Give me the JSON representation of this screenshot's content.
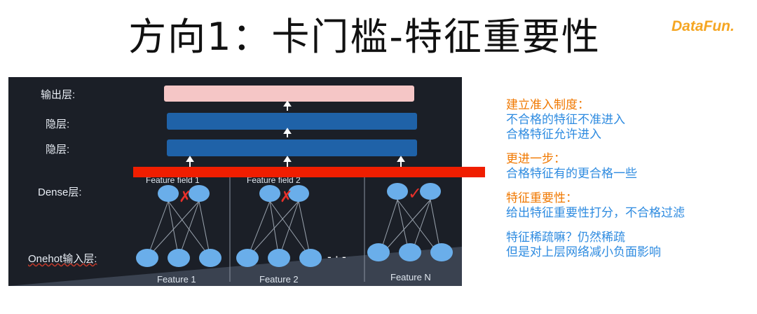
{
  "slide": {
    "title": "方向1：卡门槛-特征重要性",
    "logo": "DataFun."
  },
  "diagram": {
    "layer_labels": {
      "output": "输出层:",
      "hidden1": "隐层:",
      "hidden2": "隐层:",
      "dense": "Dense层:",
      "onehot": "Onehot输入层:"
    },
    "feature_labels": [
      "Feature 1",
      "Feature 2",
      "Feature N"
    ],
    "field_labels": [
      "Feature field 1",
      "Feature field 2"
    ],
    "ellipsis": "- · -",
    "marks": [
      "✗",
      "✗",
      "✓"
    ],
    "colors": {
      "output_bar": "#f5c6c6",
      "hidden_bar": "#1f62a8",
      "node": "#6aaeea",
      "cross": "#e8302a",
      "check": "#e8302a",
      "threshold_bar": "#f01e00"
    }
  },
  "notes": [
    {
      "heading": "建立准入制度：",
      "lines": [
        "不合格的特征不准进入",
        "合格特征允许进入"
      ]
    },
    {
      "heading": "更进一步：",
      "lines": [
        "合格特征有的更合格一些"
      ]
    },
    {
      "heading": "特征重要性：",
      "lines": [
        "给出特征重要性打分，不合格过滤"
      ]
    },
    {
      "heading": "",
      "lines": [
        "特征稀疏嘛？仍然稀疏",
        "但是对上层网络减小负面影响"
      ]
    }
  ]
}
